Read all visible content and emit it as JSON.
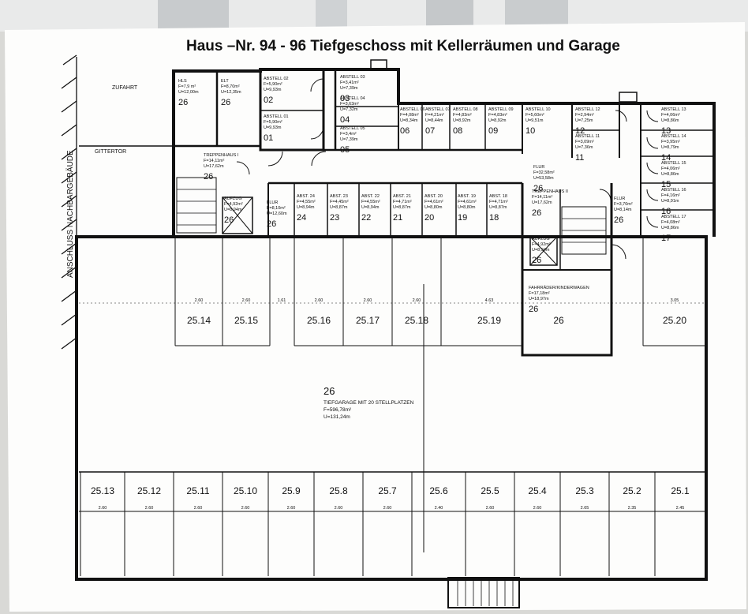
{
  "title": "Haus –Nr. 94 - 96  Tiefgeschoss mit Kellerräumen und Garage",
  "side_labels": {
    "neighbor": "ANSCHLUSS NACHBARGEBÄUDE",
    "access": "ZUFAHRT",
    "gate": "GITTERTOR"
  },
  "rooms": [
    {
      "name": "HLS",
      "f": "F=7,9 m²",
      "u": "U=12,00m",
      "num": "26"
    },
    {
      "name": "ELT",
      "f": "F=8,70m²",
      "u": "U=12,35m",
      "num": "26"
    },
    {
      "name": "ABSTELL 02",
      "f": "F=5,90m²",
      "u": "U=9,93m",
      "num": "02"
    },
    {
      "name": "ABSTELL 01",
      "f": "F=5,90m²",
      "u": "U=9,93m",
      "num": "01"
    },
    {
      "name": "ABSTELL 03",
      "f": "F=3,41m²",
      "u": "U=7,39m",
      "num": "03"
    },
    {
      "name": "ABSTELL 04",
      "f": "F=3,63m²",
      "u": "U=7,32m",
      "num": "04"
    },
    {
      "name": "ABSTELL 05",
      "f": "F=3,4m²",
      "u": "U=7,39m",
      "num": "05"
    },
    {
      "name": "ABSTELL 06",
      "f": "F=4,08m²",
      "u": "U=8,34m",
      "num": "06"
    },
    {
      "name": "ABSTELL 07",
      "f": "F=4,21m²",
      "u": "U=8,44m",
      "num": "07"
    },
    {
      "name": "ABSTELL 08",
      "f": "F=4,83m²",
      "u": "U=8,92m",
      "num": "08"
    },
    {
      "name": "ABSTELL 09",
      "f": "F=4,83m²",
      "u": "U=8,92m",
      "num": "09"
    },
    {
      "name": "ABSTELL 10",
      "f": "F=5,60m²",
      "u": "U=9,51m",
      "num": "10"
    },
    {
      "name": "ABSTELL 12",
      "f": "F=2,94m²",
      "u": "U=7,25m",
      "num": "12"
    },
    {
      "name": "ABSTELL 11",
      "f": "F=3,09m²",
      "u": "U=7,36m",
      "num": "11"
    },
    {
      "name": "ABSTELL 13",
      "f": "F=4,06m²",
      "u": "U=8,86m",
      "num": "13"
    },
    {
      "name": "ABSTELL 14",
      "f": "F=3,95m²",
      "u": "U=8,79m",
      "num": "14"
    },
    {
      "name": "ABSTELL 15",
      "f": "F=4,06m²",
      "u": "U=8,86m",
      "num": "15"
    },
    {
      "name": "ABSTELL 16",
      "f": "F=4,16m²",
      "u": "U=8,91m",
      "num": "16"
    },
    {
      "name": "ABSTELL 17",
      "f": "F=4,08m²",
      "u": "U=8,86m",
      "num": "17"
    },
    {
      "name": "FLUR",
      "f": "F=32,58m²",
      "u": "U=53,58m",
      "num": "26"
    },
    {
      "name": "TREPPENHAUS I",
      "f": "F=14,11m²",
      "u": "U=17,62m",
      "num": "26"
    },
    {
      "name": "AUFZUG",
      "f": "F=4,92m²",
      "u": "U=8,94m",
      "num": "26"
    },
    {
      "name": "FLUR",
      "f": "F=8,10m²",
      "u": "U=12,60m",
      "num": "26"
    },
    {
      "name": "ABST. 24",
      "f": "F=4,55m²",
      "u": "U=8,94m",
      "num": "24"
    },
    {
      "name": "ABST. 23",
      "f": "F=4,45m²",
      "u": "U=8,87m",
      "num": "23"
    },
    {
      "name": "ABST. 22",
      "f": "F=4,55m²",
      "u": "U=8,94m",
      "num": "22"
    },
    {
      "name": "ABST. 21",
      "f": "F=4,71m²",
      "u": "U=8,87m",
      "num": "21"
    },
    {
      "name": "ABST. 20",
      "f": "F=4,61m²",
      "u": "U=8,80m",
      "num": "20"
    },
    {
      "name": "ABST. 19",
      "f": "F=4,61m²",
      "u": "U=8,80m",
      "num": "19"
    },
    {
      "name": "ABST. 18",
      "f": "F=4,71m²",
      "u": "U=8,87m",
      "num": "18"
    },
    {
      "name": "TREPPENHAUS II",
      "f": "F=14,11m²",
      "u": "U=17,62m",
      "num": "26"
    },
    {
      "name": "AUFZUG",
      "f": "F=4,92m²",
      "u": "U=8,94m",
      "num": "26"
    },
    {
      "name": "FLUR",
      "f": "F=3,70m²",
      "u": "U=8,14m",
      "num": "26"
    },
    {
      "name": "FAHRRÄDER/KINDERWAGEN",
      "f": "F=17,18m²",
      "u": "U=18,97m",
      "num": "26"
    }
  ],
  "garage": {
    "num": "26",
    "name": "TIEFGARAGE MIT 20 STELLPLATZEN",
    "f": "F=596,78m²",
    "u": "U=131,24m"
  },
  "parking_top": [
    "25.14",
    "25.15",
    "25.16",
    "25.17",
    "25.18",
    "25.19",
    "26",
    "25.20"
  ],
  "parking_bottom": [
    "25.13",
    "25.12",
    "25.11",
    "25.10",
    "25.9",
    "25.8",
    "25.7",
    "25.6",
    "25.5",
    "25.4",
    "25.3",
    "25.2",
    "25.1"
  ],
  "dims_top": [
    "2.60",
    "2.60",
    "1.61",
    "2.60",
    "2.60",
    "2.60",
    "4.63",
    "3.05"
  ],
  "dims_bottom": [
    "2.60",
    "2.60",
    "2.60",
    "2.60",
    "2.60",
    "2.60",
    "2.60",
    "2.40",
    "2.60",
    "2.60",
    "2.65",
    "2.35",
    "2.45"
  ],
  "colors": {
    "paper": "#fdfdfc",
    "ink": "#111111",
    "background": "#d9d9d6"
  }
}
